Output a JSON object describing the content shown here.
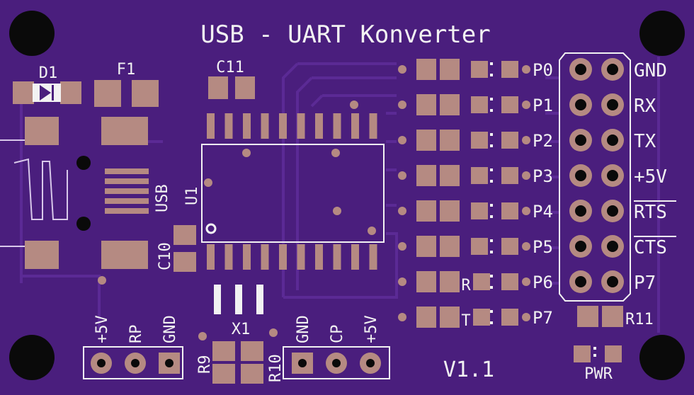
{
  "title": "USB - UART Konverter",
  "version": "V1.1",
  "labels": {
    "d1": "D1",
    "f1": "F1",
    "c11": "C11",
    "c10": "C10",
    "u1": "U1",
    "usb": "USB",
    "x1": "X1",
    "r9": "R9",
    "r10": "R10",
    "r11": "R11",
    "pwr": "PWR",
    "r": "R",
    "t": "T"
  },
  "port_labels": [
    "P0",
    "P1",
    "P2",
    "P3",
    "P4",
    "P5",
    "P6",
    "P7"
  ],
  "header_labels": [
    "GND",
    "RX",
    "TX",
    "+5V",
    "RTS",
    "CTS",
    "P7"
  ],
  "jumper_left": [
    "+5V",
    "RP",
    "GND"
  ],
  "jumper_right": [
    "GND",
    "CP",
    "+5V"
  ],
  "colors": {
    "board": "#4a1e7d",
    "trace": "#5b2a95",
    "pad": "#b58a82",
    "silk": "#f2f2f2",
    "hole": "#0a0a0a"
  }
}
